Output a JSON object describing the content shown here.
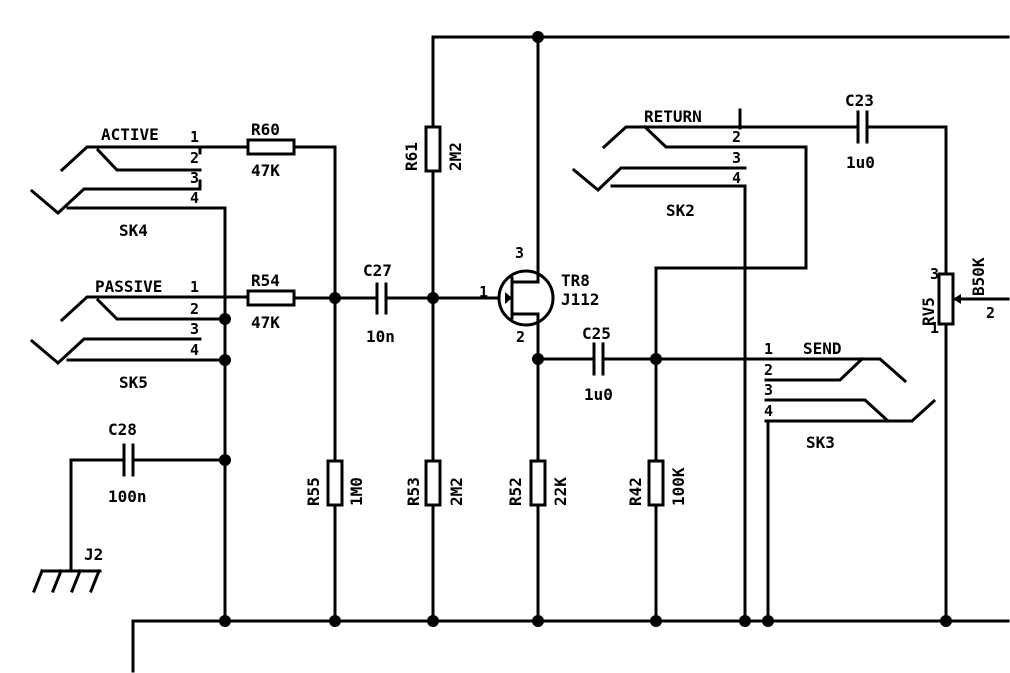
{
  "jacks": {
    "sk4": {
      "name": "SK4",
      "label": "ACTIVE",
      "pins": [
        "1",
        "2",
        "3",
        "4"
      ]
    },
    "sk5": {
      "name": "SK5",
      "label": "PASSIVE",
      "pins": [
        "1",
        "2",
        "3",
        "4"
      ]
    },
    "sk2": {
      "name": "SK2",
      "label": "RETURN",
      "pins": [
        "2",
        "3",
        "4"
      ]
    },
    "sk3": {
      "name": "SK3",
      "label": "SEND",
      "pins": [
        "1",
        "2",
        "3",
        "4"
      ]
    }
  },
  "resistors": {
    "r60": {
      "name": "R60",
      "value": "47K"
    },
    "r54": {
      "name": "R54",
      "value": "47K"
    },
    "r61": {
      "name": "R61",
      "value": "2M2"
    },
    "r55": {
      "name": "R55",
      "value": "1M0"
    },
    "r53": {
      "name": "R53",
      "value": "2M2"
    },
    "r52": {
      "name": "R52",
      "value": "22K"
    },
    "r42": {
      "name": "R42",
      "value": "100K"
    }
  },
  "capacitors": {
    "c27": {
      "name": "C27",
      "value": "10n"
    },
    "c28": {
      "name": "C28",
      "value": "100n"
    },
    "c25": {
      "name": "C25",
      "value": "1u0"
    },
    "c23": {
      "name": "C23",
      "value": "1u0"
    }
  },
  "transistor": {
    "name": "TR8",
    "part": "J112",
    "pins": [
      "1",
      "2",
      "3"
    ]
  },
  "pot": {
    "name": "RV5",
    "value": "B50K",
    "pins": [
      "1",
      "2",
      "3"
    ]
  },
  "ground": {
    "name": "J2"
  }
}
